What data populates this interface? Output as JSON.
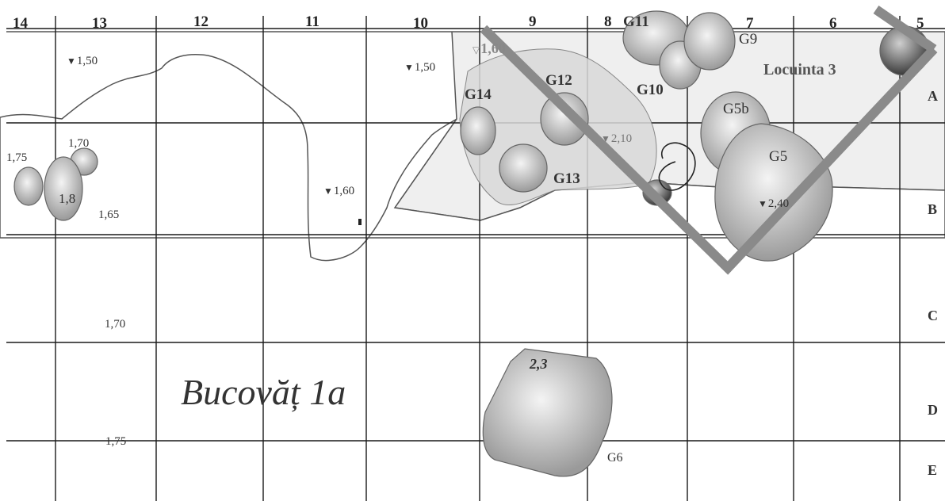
{
  "site_title": "Bucovăț 1a",
  "dwelling_label": "Locuinta 3",
  "columns": [
    "14",
    "13",
    "12",
    "11",
    "10",
    "9",
    "8",
    "7",
    "6",
    "5"
  ],
  "rows": [
    "A",
    "B",
    "C",
    "D",
    "E"
  ],
  "pits": [
    "G5",
    "G5b",
    "G6",
    "G9",
    "G10",
    "G11",
    "G12",
    "G13",
    "G14"
  ],
  "elevations": [
    "1,50",
    "1,50",
    "1,60",
    "1,60",
    "2,10",
    "2,40",
    "1,70",
    "1,65",
    "1,75",
    "1,8",
    "1,70",
    "1,75",
    "2,3"
  ],
  "colors": {
    "grid": "#1a1a1a",
    "excavation": "#efefef",
    "outline": "#555555",
    "pit": "#a8a8a8",
    "dwelling": "#8a8a8a"
  }
}
